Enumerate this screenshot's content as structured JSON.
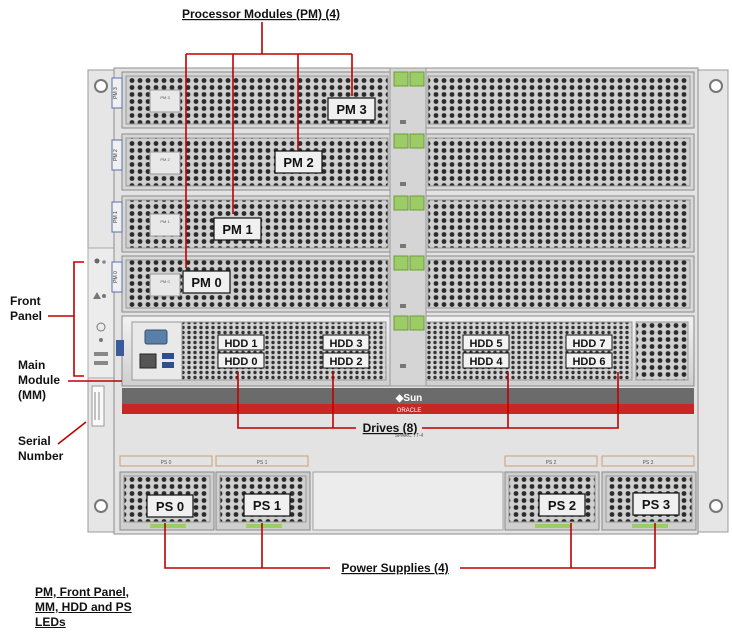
{
  "labels": {
    "processor_modules": "Processor Modules (PM) (4)",
    "drives": "Drives (8)",
    "power_supplies": "Power Supplies (4)",
    "front_panel_line1": "Front",
    "front_panel_line2": "Panel",
    "main_module_line1": "Main",
    "main_module_line2": "Module",
    "main_module_line3": "(MM)",
    "serial_line1": "Serial",
    "serial_line2": "Number",
    "leds_link_line1": "PM, Front Panel,",
    "leds_link_line2": "MM, HDD and PS",
    "leds_link_line3": "LEDs"
  },
  "pm_tags": [
    "PM 3",
    "PM 2",
    "PM 1",
    "PM 0"
  ],
  "pm_slot_labels": [
    "PM 3",
    "PM 2",
    "PM 1",
    "PM 0"
  ],
  "hdd_tags": [
    "HDD 1",
    "HDD 0",
    "HDD 3",
    "HDD 2",
    "HDD 5",
    "HDD 4",
    "HDD 7",
    "HDD 6"
  ],
  "ps_tags": [
    "PS 0",
    "PS 1",
    "PS 2",
    "PS 3"
  ],
  "ps_slot_labels": [
    "PS 0",
    "PS 1",
    "PS 2",
    "PS 3"
  ],
  "brand": {
    "sun": "Sun",
    "oracle": "ORACLE",
    "model": "SPARC T7-4"
  },
  "colors": {
    "callout": "#c00000",
    "chassis": "#d9d9d9",
    "latch_green": "#9ccc65",
    "badge_bg": "#f0f0f0",
    "brand_band": "#c62828"
  }
}
